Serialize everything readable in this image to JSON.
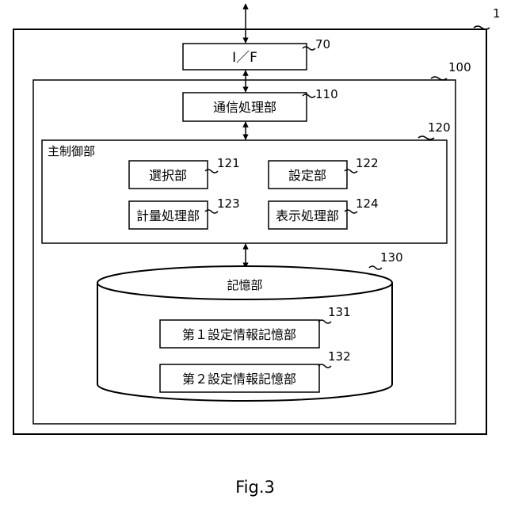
{
  "figure": {
    "caption": "Fig.3",
    "apparatus": {
      "ref": "1"
    },
    "interface": {
      "label": "I／F",
      "ref": "70"
    },
    "system": {
      "ref": "100"
    },
    "comm_unit": {
      "label": "通信処理部",
      "ref": "110"
    },
    "main_control": {
      "label": "主制御部",
      "ref": "120",
      "units": [
        {
          "label": "選択部",
          "ref": "121"
        },
        {
          "label": "設定部",
          "ref": "122"
        },
        {
          "label": "計量処理部",
          "ref": "123"
        },
        {
          "label": "表示処理部",
          "ref": "124"
        }
      ]
    },
    "storage": {
      "label": "記憶部",
      "ref": "130",
      "units": [
        {
          "label": "第１設定情報記憶部",
          "ref": "131"
        },
        {
          "label": "第２設定情報記憶部",
          "ref": "132"
        }
      ]
    }
  }
}
